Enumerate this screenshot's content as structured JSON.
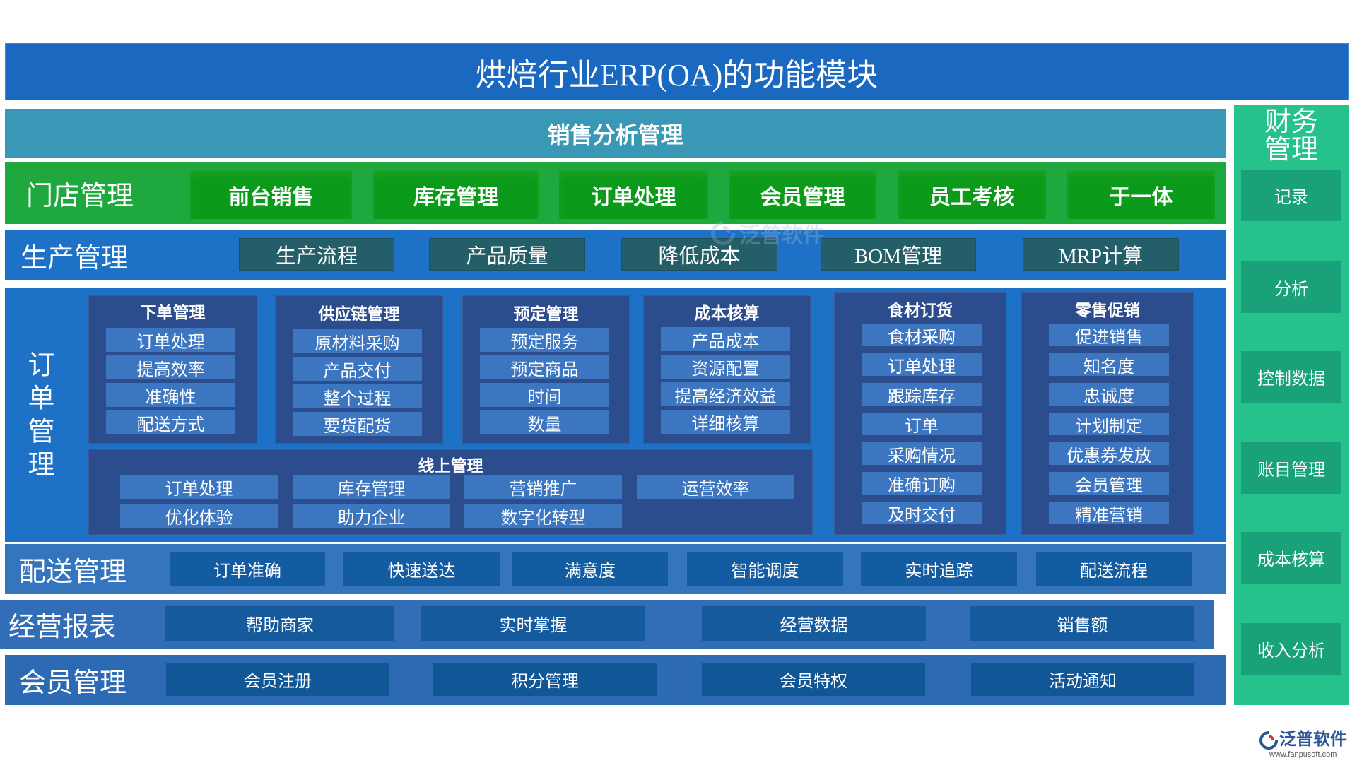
{
  "title": "烘焙行业ERP(OA)的功能模块",
  "sales_analysis": {
    "label": "销售分析管理"
  },
  "finance": {
    "title": [
      "财务",
      "管理"
    ],
    "items": [
      "记录",
      "分析",
      "控制数据",
      "账目管理",
      "成本核算",
      "收入分析"
    ]
  },
  "store": {
    "label": "门店管理",
    "items": [
      "前台销售",
      "库存管理",
      "订单处理",
      "会员管理",
      "员工考核",
      "于一体"
    ]
  },
  "production": {
    "label": "生产管理",
    "items": [
      "生产流程",
      "产品质量",
      "降低成本",
      "BOM管理",
      "MRP计算"
    ]
  },
  "order": {
    "label": "订单管理",
    "groups": [
      {
        "title": "下单管理",
        "items": [
          "订单处理",
          "提高效率",
          "准确性",
          "配送方式"
        ]
      },
      {
        "title": "供应链管理",
        "items": [
          "原材料采购",
          "产品交付",
          "整个过程",
          "要货配货"
        ]
      },
      {
        "title": "预定管理",
        "items": [
          "预定服务",
          "预定商品",
          "时间",
          "数量"
        ]
      },
      {
        "title": "成本核算",
        "items": [
          "产品成本",
          "资源配置",
          "提高经济效益",
          "详细核算"
        ]
      }
    ],
    "online": {
      "title": "线上管理",
      "items": [
        "订单处理",
        "库存管理",
        "营销推广",
        "运营效率",
        "优化体验",
        "助力企业",
        "数字化转型"
      ]
    },
    "ingredients": {
      "title": "食材订货",
      "items": [
        "食材采购",
        "订单处理",
        "跟踪库存",
        "订单",
        "采购情况",
        "准确订购",
        "及时交付"
      ]
    },
    "retail": {
      "title": "零售促销",
      "items": [
        "促进销售",
        "知名度",
        "忠诚度",
        "计划制定",
        "优惠券发放",
        "会员管理",
        "精准营销"
      ]
    }
  },
  "delivery": {
    "label": "配送管理",
    "items": [
      "订单准确",
      "快速送达",
      "满意度",
      "智能调度",
      "实时追踪",
      "配送流程"
    ]
  },
  "reports": {
    "label": "经营报表",
    "items": [
      "帮助商家",
      "实时掌握",
      "经营数据",
      "销售额"
    ]
  },
  "membership": {
    "label": "会员管理",
    "items": [
      "会员注册",
      "积分管理",
      "会员特权",
      "活动通知"
    ]
  },
  "watermark": "泛普软件",
  "logo": {
    "name": "泛普软件",
    "url": "www.fanpusoft.com",
    "icon": "brand-swirl-icon"
  },
  "colors": {
    "title_bar": "#1a68c0",
    "sales_bar": "#3998b6",
    "finance_bg": "#26c28c",
    "finance_item": "#19a179",
    "store_bg": "#1fa83e",
    "store_item": "#0c9a1a",
    "production_bg": "#1d72c8",
    "production_item": "#245e68",
    "order_bg": "#1d72c8",
    "order_group": "#2b4c8d",
    "order_item": "#3c76c1",
    "delivery_bg": "#3475be",
    "delivery_item": "#145ca2",
    "reports_bg": "#326eb7",
    "reports_item": "#165a9e",
    "membership_bg": "#2c6ab4",
    "membership_item": "#115696"
  }
}
